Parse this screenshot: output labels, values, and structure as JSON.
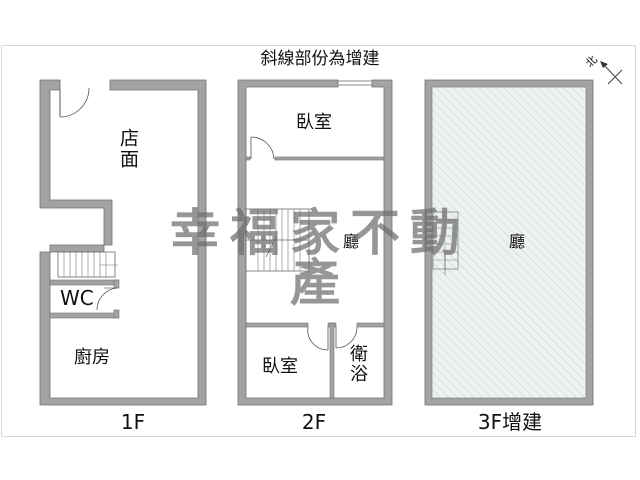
{
  "title": "斜線部份為增建",
  "compass": {
    "label": "北",
    "icon": "north-arrow-icon"
  },
  "watermark": "幸福家不動產",
  "colors": {
    "wall": "#a3a3a3",
    "wall_edge": "#707070",
    "hatch_bg": "#eef2ee",
    "hatch_line": "#c9d0c9",
    "text": "#111111"
  },
  "floors": [
    {
      "label": "1F",
      "rooms": [
        {
          "name": "店面",
          "orientation": "vertical"
        },
        {
          "name": "WC"
        },
        {
          "name": "廚房"
        }
      ]
    },
    {
      "label": "2F",
      "rooms": [
        {
          "name": "臥室"
        },
        {
          "name": "廳"
        },
        {
          "name": "臥室"
        },
        {
          "name": "衛浴",
          "orientation": "vertical"
        }
      ]
    },
    {
      "label": "3F增建",
      "rooms": [
        {
          "name": "廳"
        }
      ],
      "hatched": true
    }
  ]
}
